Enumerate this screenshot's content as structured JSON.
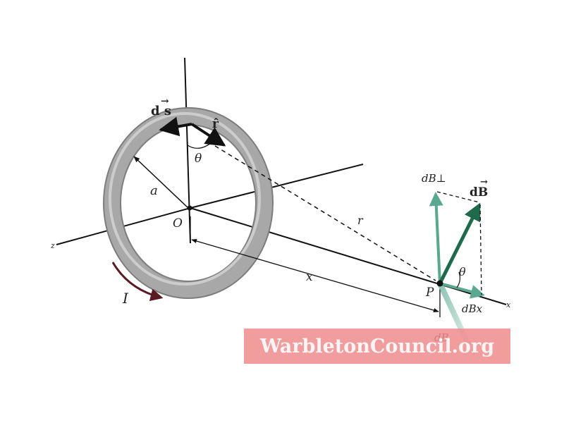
{
  "labels": {
    "ds": "d s",
    "r_hat": "r̂",
    "theta_loop": "θ",
    "a": "a",
    "origin": "O",
    "r": "r",
    "x": "x",
    "current": "I",
    "point": "P",
    "dB_perp": "dB⊥",
    "dB": "dB",
    "theta_P": "θ",
    "dB_x": "dBx",
    "dB_lower": "dB",
    "axis_z_left": "z",
    "axis_x_right": "x"
  },
  "watermark": {
    "text": "WarbletonCouncil.org"
  },
  "colors": {
    "loop": "#a8a8a8",
    "loop_edge": "#7d7d7d",
    "axes": "#111111",
    "current_arrow": "#5a1a24",
    "field_light": "#5aa890",
    "field_dark": "#1f6a4a",
    "watermark_bg": "#f08c8c"
  }
}
